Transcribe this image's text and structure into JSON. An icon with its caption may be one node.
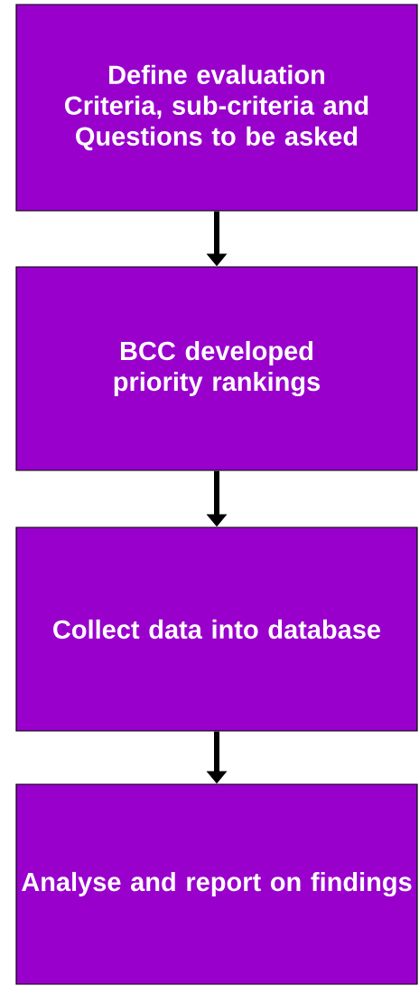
{
  "diagram": {
    "nodes": [
      {
        "text": [
          "Define evaluation Criteria, sub-criteria and Questions to be asked"
        ]
      },
      {
        "text": [
          "BCC developed priority rankings"
        ]
      },
      {
        "text": [
          "Collect data into database"
        ]
      },
      {
        "text": [
          "Analyse and report on findings"
        ]
      }
    ],
    "edges": [
      {
        "from": 0,
        "to": 1,
        "arrow": "to"
      },
      {
        "from": 1,
        "to": 2,
        "arrow": "to"
      },
      {
        "from": 2,
        "to": 3,
        "arrow": "to"
      }
    ]
  }
}
